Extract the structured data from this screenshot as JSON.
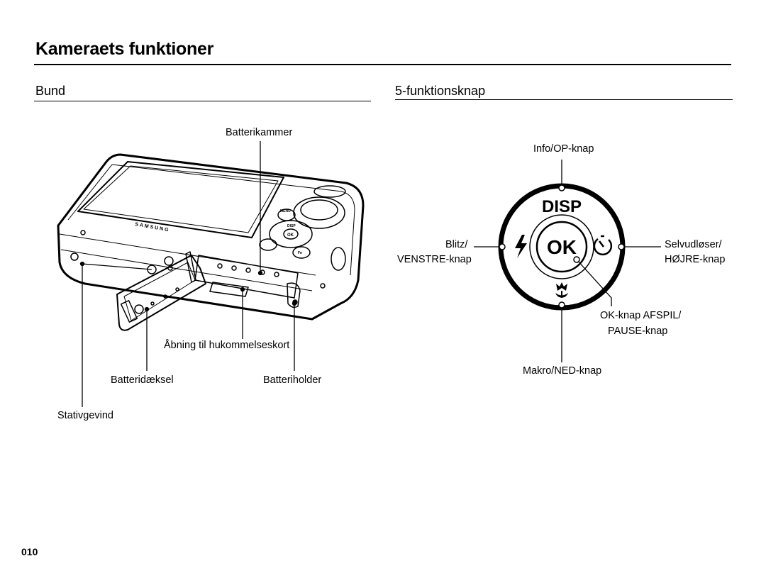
{
  "page": {
    "title": "Kameraets funktioner",
    "page_number": "010"
  },
  "left_section": {
    "title": "Bund",
    "labels": {
      "battery_compartment": "Batterikammer",
      "memory_card_slot": "Åbning til hukommelseskort",
      "battery_cover": "Batteridæksel",
      "battery_holder": "Batteriholder",
      "tripod_socket": "Stativgevind"
    },
    "camera_markings": {
      "brand": "SAMSUNG",
      "menu": "MENU",
      "disp": "DISP",
      "ok": "OK",
      "fn": "Fn"
    }
  },
  "right_section": {
    "title": "5-funktionsknap",
    "labels": {
      "info_up": "Info/OP-knap",
      "flash_line1": "Blitz/",
      "flash_line2": "VENSTRE-knap",
      "timer_line1": "Selvudløser/",
      "timer_line2": "HØJRE-knap",
      "ok_line1": "OK-knap AFSPIL/",
      "ok_line2": "PAUSE-knap",
      "macro_down": "Makro/NED-knap"
    },
    "button_markings": {
      "disp": "DISP",
      "ok": "OK"
    },
    "icons": [
      "flash-icon",
      "self-timer-icon",
      "macro-icon"
    ]
  }
}
